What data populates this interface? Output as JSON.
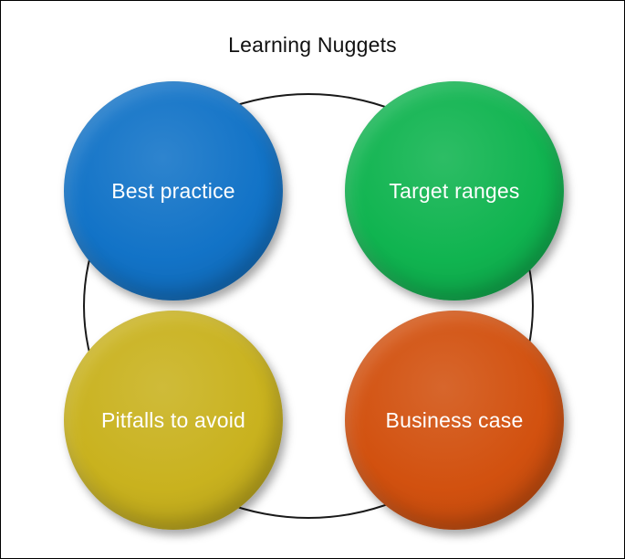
{
  "diagram": {
    "title": "Learning Nuggets",
    "nodes": [
      {
        "label": "Best practice",
        "color": "#1273c7"
      },
      {
        "label": "Target ranges",
        "color": "#10b450"
      },
      {
        "label": "Pitfalls to avoid",
        "color": "#c9b21e"
      },
      {
        "label": "Business case",
        "color": "#d2510f"
      }
    ]
  }
}
